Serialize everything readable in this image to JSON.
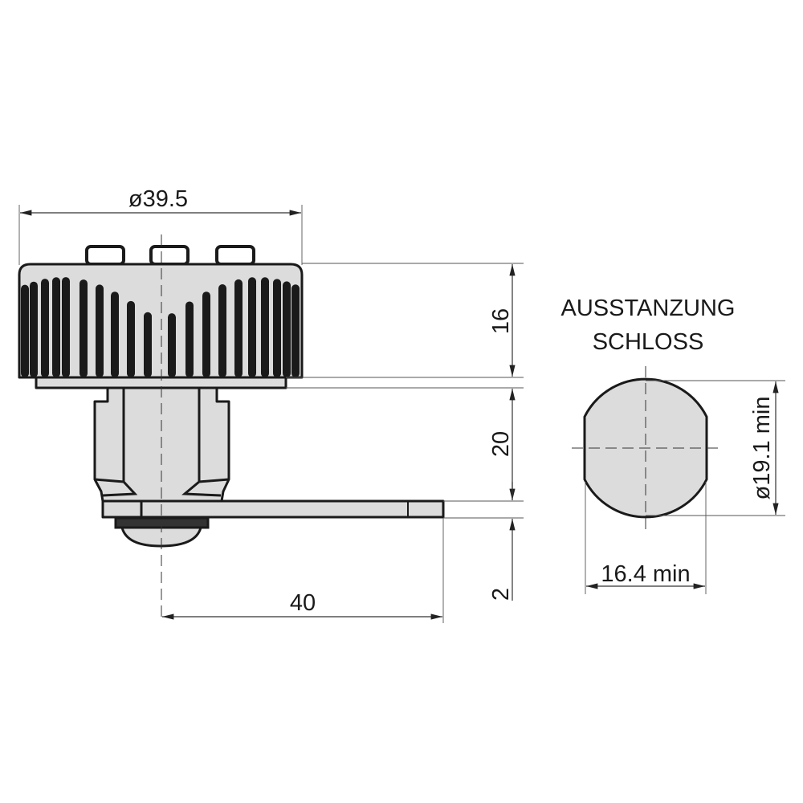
{
  "dimensions": {
    "cap_diameter": "ø39.5",
    "cap_height": "16",
    "body_length": "20",
    "cam_thickness": "2",
    "cam_length": "40",
    "cutout_diameter": "ø19.1 min",
    "cutout_width": "16.4 min"
  },
  "cutout_title": {
    "line1": "AUSSTANZUNG",
    "line2": "SCHLOSS"
  },
  "colors": {
    "part_fill": "#dcdcdc",
    "outline": "#1a1a1a"
  }
}
